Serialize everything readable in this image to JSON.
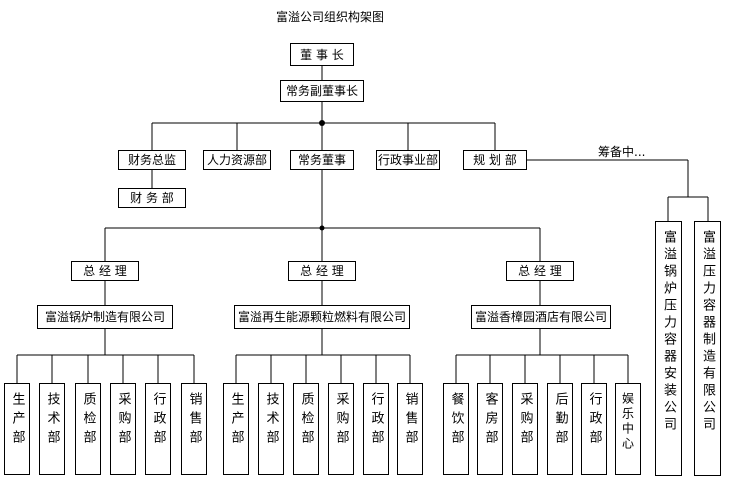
{
  "title": "富溢公司组织构架图",
  "chairman": "董 事 长",
  "vice_chairman": "常务副董事长",
  "level2": {
    "finance_director": "财务总监",
    "hr": "人力资源部",
    "executive_director": "常务董事",
    "admin_affairs": "行政事业部",
    "planning": "规 划 部"
  },
  "finance_dept": "财 务 部",
  "preparing_note": "筹备中...",
  "preparing_companies": [
    "富溢锅炉压力容器安装公司",
    "富溢压力容器制造有限公司"
  ],
  "general_manager_label": "总 经 理",
  "subsidiaries": [
    {
      "gm": "总 经 理",
      "name": "富溢锅炉制造有限公司",
      "departments": [
        "生产部",
        "技术部",
        "质检部",
        "采购部",
        "行政部",
        "销售部"
      ]
    },
    {
      "gm": "总 经 理",
      "name": "富溢再生能源颗粒燃料有限公司",
      "departments": [
        "生产部",
        "技术部",
        "质检部",
        "采购部",
        "行政部",
        "销售部"
      ]
    },
    {
      "gm": "总 经 理",
      "name": "富溢香樟园酒店有限公司",
      "departments": [
        "餐饮部",
        "客房部",
        "采购部",
        "后勤部",
        "行政部",
        "娱乐中心"
      ]
    }
  ]
}
